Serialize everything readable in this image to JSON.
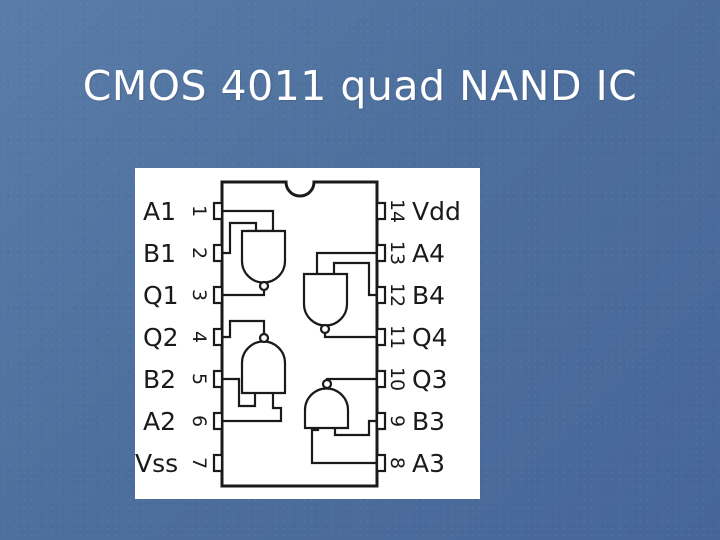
{
  "slide": {
    "title": "CMOS 4011 quad NAND IC"
  },
  "pinout": {
    "left_pins": [
      {
        "number": "1",
        "label": "A1"
      },
      {
        "number": "2",
        "label": "B1"
      },
      {
        "number": "3",
        "label": "Q1"
      },
      {
        "number": "4",
        "label": "Q2"
      },
      {
        "number": "5",
        "label": "B2"
      },
      {
        "number": "6",
        "label": "A2"
      },
      {
        "number": "7",
        "label": "Vss"
      }
    ],
    "right_pins": [
      {
        "number": "14",
        "label": "Vdd"
      },
      {
        "number": "13",
        "label": "A4"
      },
      {
        "number": "12",
        "label": "B4"
      },
      {
        "number": "11",
        "label": "Q4"
      },
      {
        "number": "10",
        "label": "Q3"
      },
      {
        "number": "9",
        "label": "B3"
      },
      {
        "number": "8",
        "label": "A3"
      }
    ]
  }
}
